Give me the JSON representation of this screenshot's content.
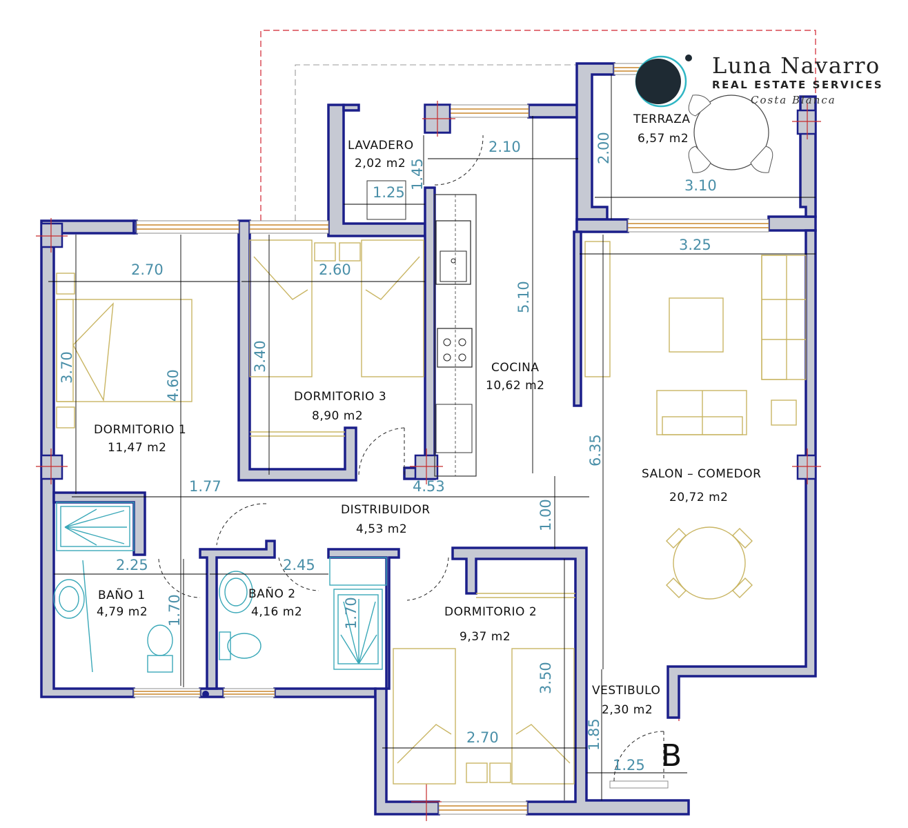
{
  "brand": {
    "name": "Luna Navarro",
    "subtitle": "REAL ESTATE SERVICES",
    "location": "Costa Blanca",
    "colors": {
      "dot": "#1e2a33",
      "ring": "#2fb6c4"
    }
  },
  "rooms": {
    "lavadero": {
      "name": "LAVADERO",
      "area": "2,02  m2"
    },
    "terraza": {
      "name": "TERRAZA",
      "area": "6,57  m2"
    },
    "cocina": {
      "name": "COCINA",
      "area": "10,62  m2"
    },
    "dormitorio1": {
      "name": "DORMITORIO  1",
      "area": "11,47  m2"
    },
    "dormitorio3": {
      "name": "DORMITORIO  3",
      "area": "8,90  m2"
    },
    "salon": {
      "name": "SALON  –  COMEDOR",
      "area": "20,72  m2"
    },
    "distribuidor": {
      "name": "DISTRIBUIDOR",
      "area": "4,53  m2"
    },
    "bano1": {
      "name": "BAÑO  1",
      "area": "4,79  m2"
    },
    "bano2": {
      "name": "BAÑO  2",
      "area": "4,16  m2"
    },
    "dormitorio2": {
      "name": "DORMITORIO  2",
      "area": "9,37  m2"
    },
    "vestibulo": {
      "name": "VESTIBULO",
      "area": "2,30  m2"
    }
  },
  "dimensions": {
    "lav_w": "1.25",
    "lav_h": "1.45",
    "coc_top": "2.10",
    "ter_h": "2.00",
    "ter_w": "3.10",
    "sal_w": "3.25",
    "d1_w": "2.70",
    "d3_w": "2.60",
    "coc_h": "5.10",
    "d1_v": "3.70",
    "d1_h": "4.60",
    "d3_h": "3.40",
    "dist_l": "1.77",
    "dist_r": "4.53",
    "sal_h": "6.35",
    "dist_v": "1.00",
    "b1_w": "2.25",
    "b2_w": "2.45",
    "b1_h": "1.70",
    "shower_h": "1.70",
    "d2_h": "3.50",
    "d2_w": "2.70",
    "ves_h": "1.85",
    "ves_w": "1.25"
  },
  "marker": "B"
}
